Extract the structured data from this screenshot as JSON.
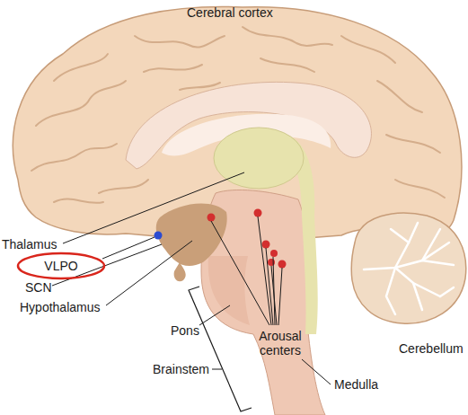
{
  "diagram": {
    "nodes": [
      {
        "text": [
          "VLPO"
        ]
      }
    ],
    "labels": [
      "Cerebral cortex",
      "Thalamus",
      "SCN",
      "Hypothalamus",
      "Pons",
      "Arousal centers",
      "Cerebellum",
      "Brainstem",
      "Medulla"
    ]
  }
}
